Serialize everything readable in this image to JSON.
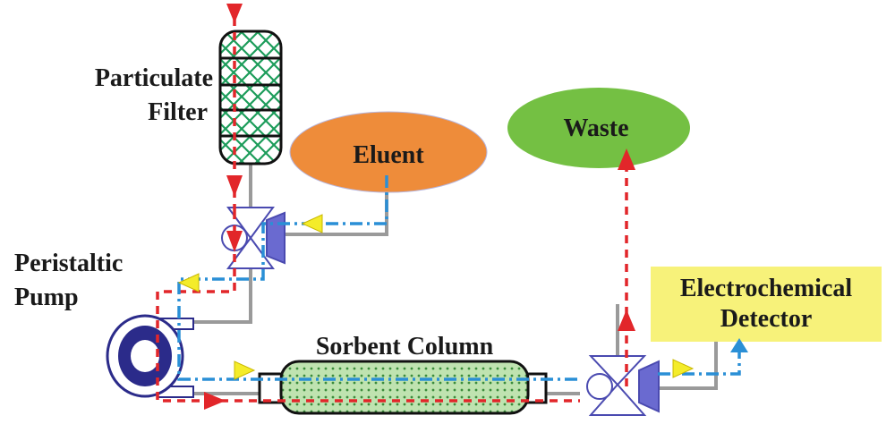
{
  "labels": {
    "filter_line1": "Particulate",
    "filter_line2": "Filter",
    "pump_line1": "Peristaltic",
    "pump_line2": "Pump",
    "eluent": "Eluent",
    "waste": "Waste",
    "detector_line1": "Electrochemical",
    "detector_line2": "Detector",
    "column": "Sorbent Column"
  },
  "colors": {
    "eluent_fill": "#ee8c3a",
    "waste_fill": "#74c043",
    "detector_fill": "#f7f27a",
    "sample_flow": "#e2262a",
    "eluent_flow": "#2a8fd6",
    "arrow_yellow": "#f4ec2a",
    "valve_outline": "#4a4ab0",
    "valve_actuator": "#6a6ad0",
    "filter_mesh": "#1c9c5a",
    "column_fill": "#bfe3b0",
    "tubing": "#9a9a9a"
  }
}
